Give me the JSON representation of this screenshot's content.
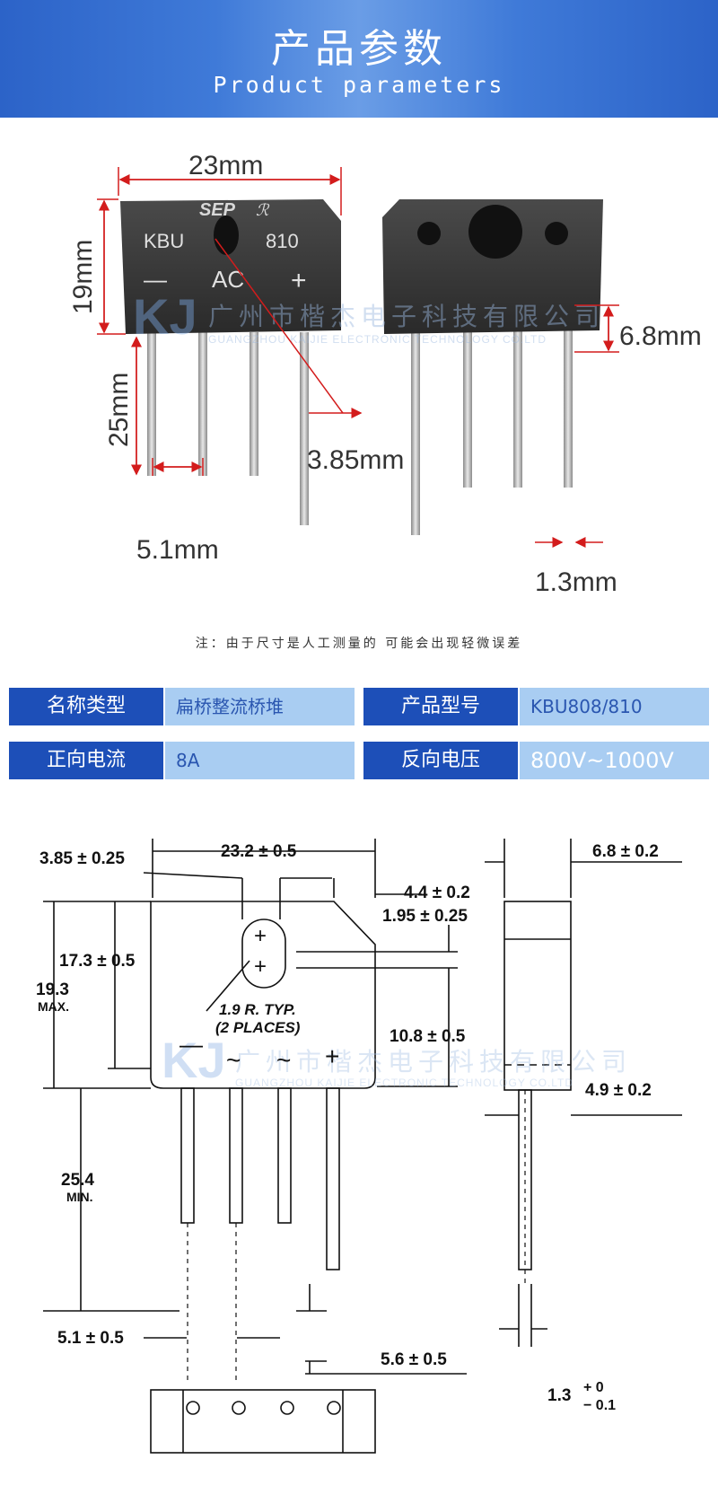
{
  "header": {
    "title": "产品参数",
    "subtitle": "Product parameters"
  },
  "photo": {
    "dim_width": "23mm",
    "dim_height": "19mm",
    "dim_lead_length": "25mm",
    "dim_lead_pitch": "5.1mm",
    "dim_hole": "3.85mm",
    "dim_thickness": "6.8mm",
    "dim_lead_width": "1.3mm",
    "label_logo": "SEP",
    "label_model": "KBU",
    "label_model_num": "810",
    "label_minus": "—",
    "label_ac": "AC",
    "label_plus": "+"
  },
  "watermark": {
    "logo": "KJ",
    "cn": "广州市楷杰电子科技有限公司",
    "en": "GUANGZHOU KAIJIE ELECTRONIC TECHNOLOGY CO.LTD"
  },
  "note": "注：由于尺寸是人工测量的 可能会出现轻微误差",
  "params": [
    {
      "label": "名称类型",
      "value": "扁桥整流桥堆"
    },
    {
      "label": "产品型号",
      "value": "KBU808/810"
    },
    {
      "label": "正向电流",
      "value": "8A"
    },
    {
      "label": "反向电压",
      "value": "800V~1000V"
    }
  ],
  "drawing": {
    "d_3_85": "3.85 ± 0.25",
    "d_23_2": "23.2 ± 0.5",
    "d_4_4": "4.4 ± 0.2",
    "d_1_95": "1.95 ± 0.25",
    "d_6_8": "6.8 ± 0.2",
    "d_17_3": "17.3 ± 0.5",
    "d_19_3": "19.3",
    "d_19_3_sub": "MAX.",
    "d_1_9_a": "1.9 R. TYP.",
    "d_1_9_b": "(2 PLACES)",
    "d_10_8": "10.8 ± 0.5",
    "d_4_9": "4.9 ± 0.2",
    "d_25_4": "25.4",
    "d_25_4_sub": "MIN.",
    "d_5_1": "5.1 ± 0.5",
    "d_5_6": "5.6 ± 0.5",
    "d_1_3": "1.3",
    "d_1_3_plus": "+ 0",
    "d_1_3_minus": "− 0.1",
    "sym_minus": "—",
    "sym_ac1": "~",
    "sym_ac2": "~",
    "sym_plus": "+"
  }
}
